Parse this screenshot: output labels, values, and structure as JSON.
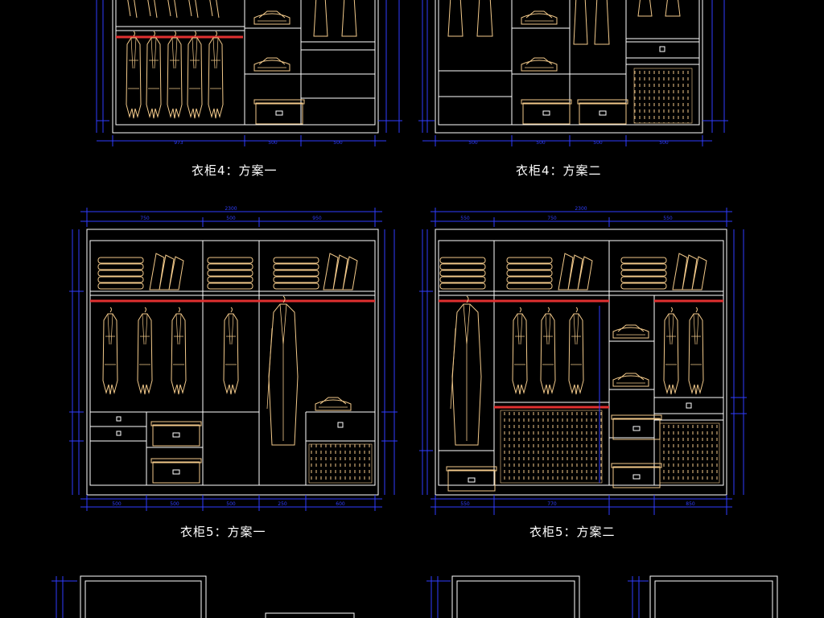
{
  "captions": {
    "w4_plan1": "衣柜4：方案一",
    "w4_plan2": "衣柜4：方案二",
    "w5_plan1": "衣柜5：方案一",
    "w5_plan2": "衣柜5：方案二"
  },
  "dims": {
    "w5_plan1_total": "2300",
    "w5_plan1_top": [
      "750",
      "500",
      "950"
    ],
    "w5_plan1_bottom": [
      "500",
      "500",
      "500",
      "250",
      "600"
    ],
    "w5_plan2_total": "2300",
    "w5_plan2_top": [
      "550",
      "750",
      "550"
    ],
    "w5_plan2_bottom": [
      "550",
      "770",
      "850"
    ],
    "w4_plan1_bottom": [
      "973",
      "500",
      "500"
    ],
    "w4_plan2_bottom": [
      "500",
      "500",
      "500",
      "500"
    ]
  },
  "colors": {
    "background": "#000000",
    "cabinet_line": "#ffffff",
    "dimension_line": "#2f3dff",
    "clothes_line": "#f2c98a",
    "hanging_rod": "#e03030",
    "caption_text": "#ffffff"
  }
}
